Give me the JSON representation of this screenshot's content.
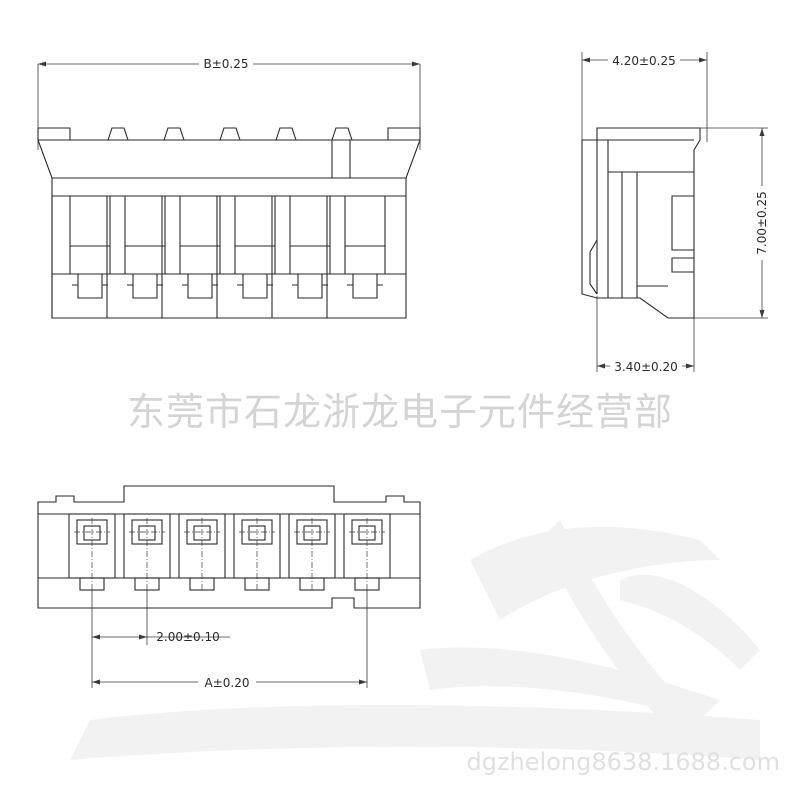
{
  "drawing": {
    "dimensions": {
      "overall_width": "B±0.25",
      "side_width": "4.20±0.25",
      "side_height": "7.00±0.25",
      "side_depth": "3.40±0.20",
      "pitch": "2.00±0.10",
      "pin_span": "A±0.20"
    },
    "watermark_text": "东莞市石龙浙龙电子元件经营部",
    "watermark_url": "dgzhelong8638.1688.com",
    "pin_count": 6
  },
  "colors": {
    "line": "#2a2a2a",
    "watermark": "#d4d4d4"
  }
}
